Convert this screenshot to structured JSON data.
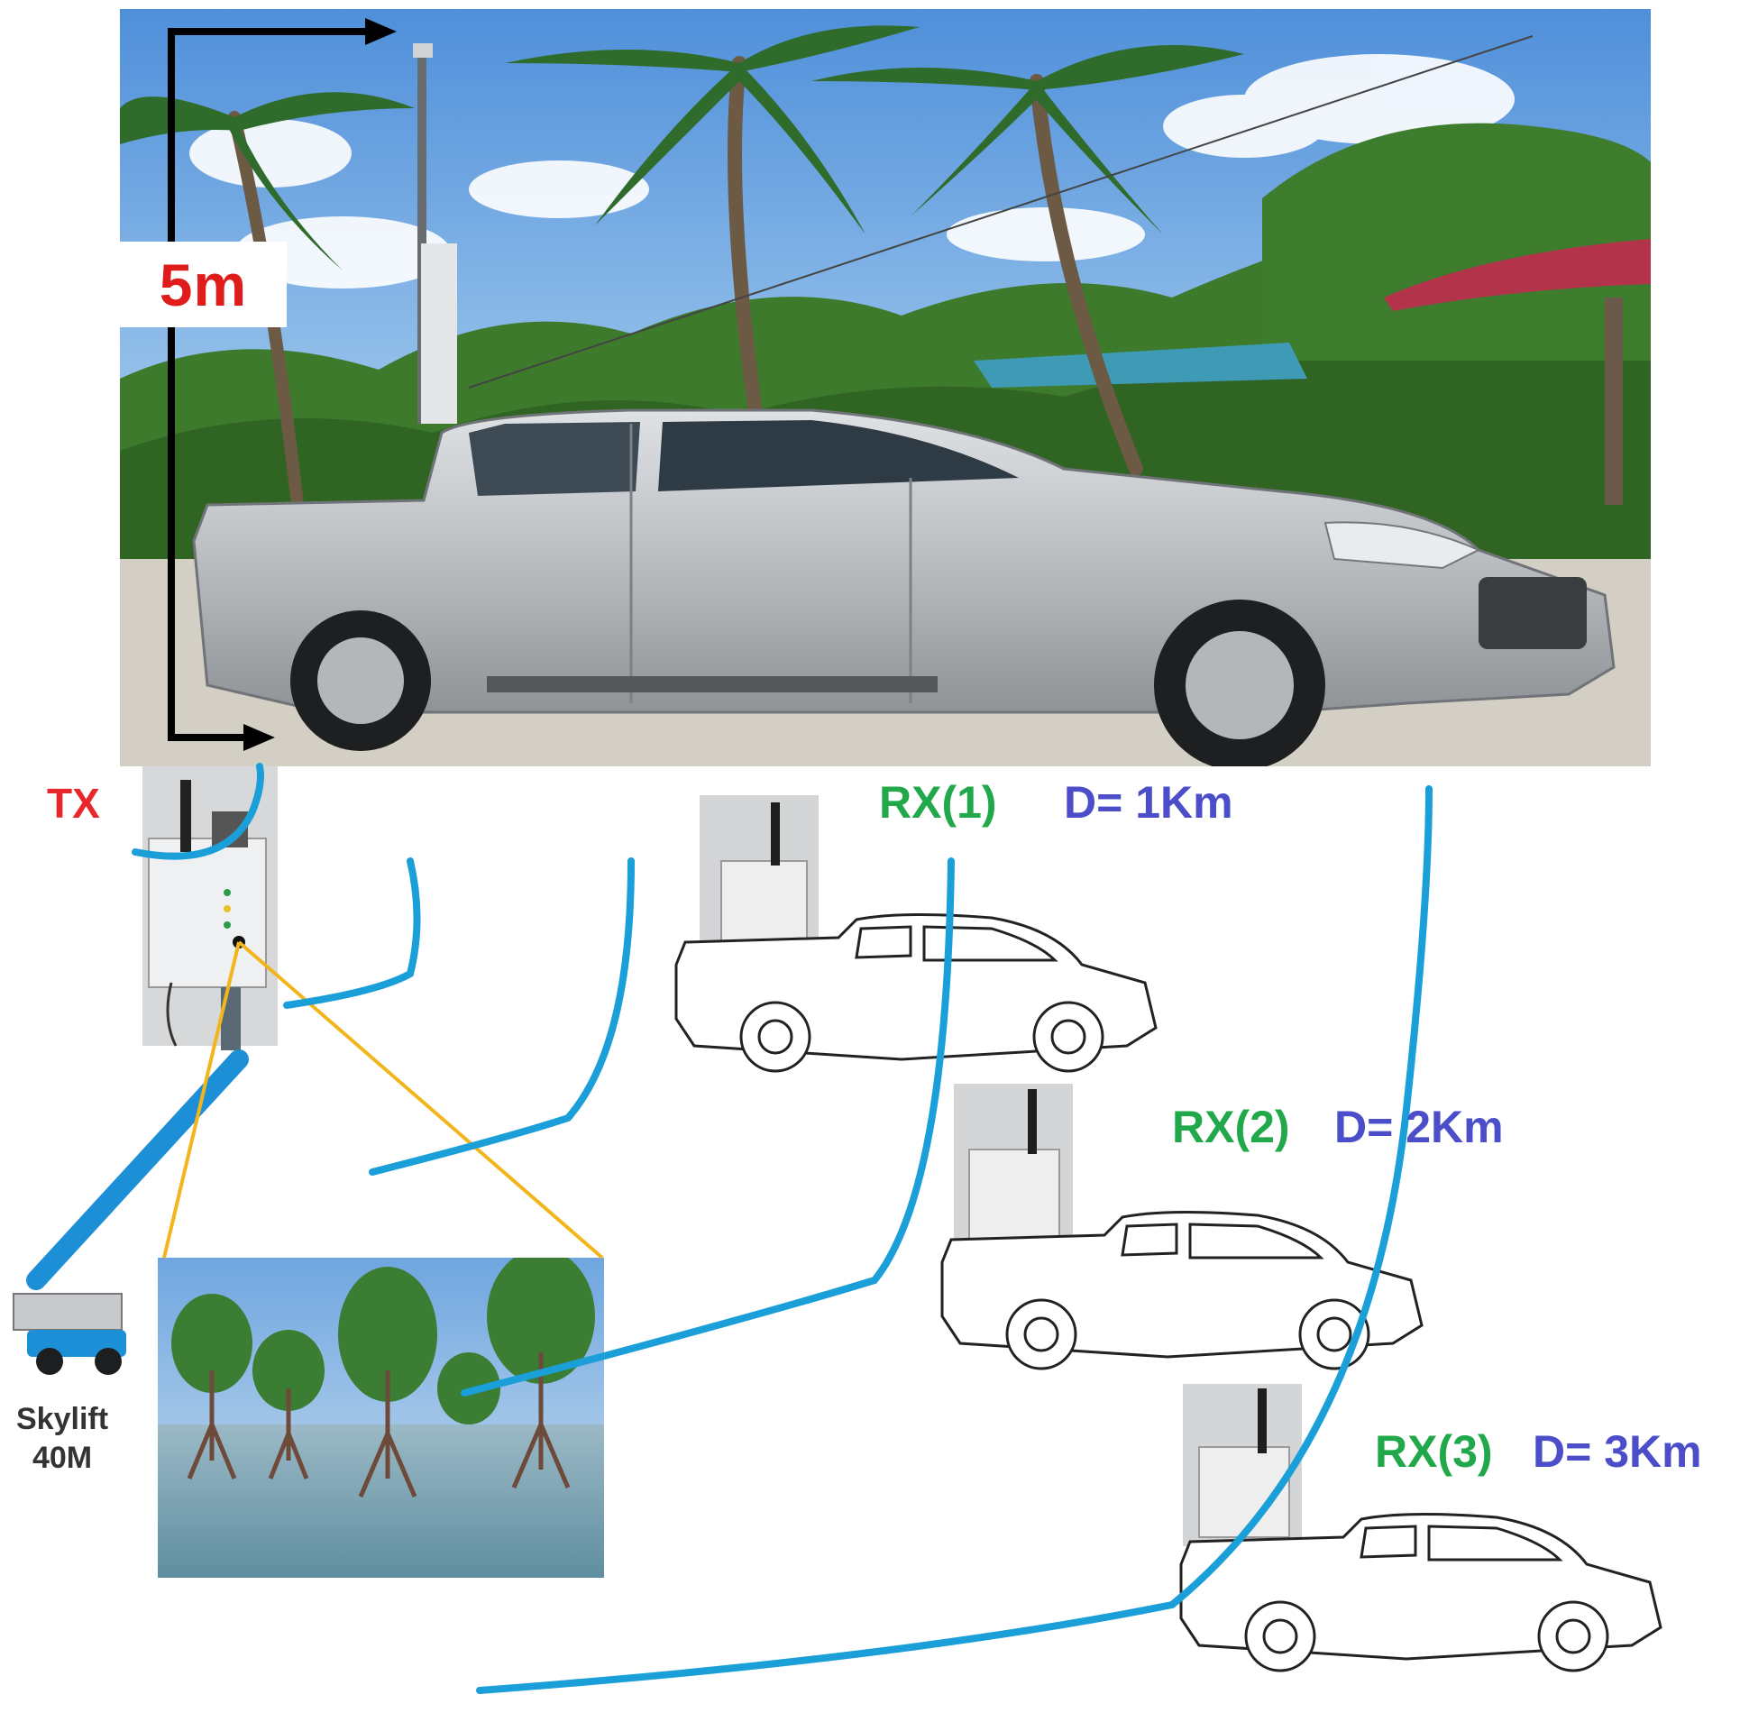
{
  "colors": {
    "tx": "#e8262b",
    "rx": "#21a84a",
    "distance": "#4b4ec8",
    "signal": "#1a9fd8",
    "callout": "#f2b51c",
    "height_label": "#e01b1b",
    "skylift": "#1d8fd6",
    "sky": "#7fb3e6",
    "foliage": "#3d7a2c",
    "car_silver": "#b9bcc0"
  },
  "photo": {
    "height_label": "5m",
    "icons": [
      "palm-tree-icon",
      "pickup-truck-icon",
      "antenna-mast-icon",
      "house-roof-icon"
    ]
  },
  "tx": {
    "label": "TX",
    "icon": "transmitter-box-icon"
  },
  "skylift": {
    "label_line1": "Skylift",
    "label_line2": "40M",
    "icon": "skylift-crane-icon"
  },
  "mangrove": {
    "icon": "mangrove-forest-icon"
  },
  "receivers": [
    {
      "label": "RX(1)",
      "distance": "D= 1Km"
    },
    {
      "label": "RX(2)",
      "distance": "D= 2Km"
    },
    {
      "label": "RX(3)",
      "distance": "D= 3Km"
    }
  ]
}
